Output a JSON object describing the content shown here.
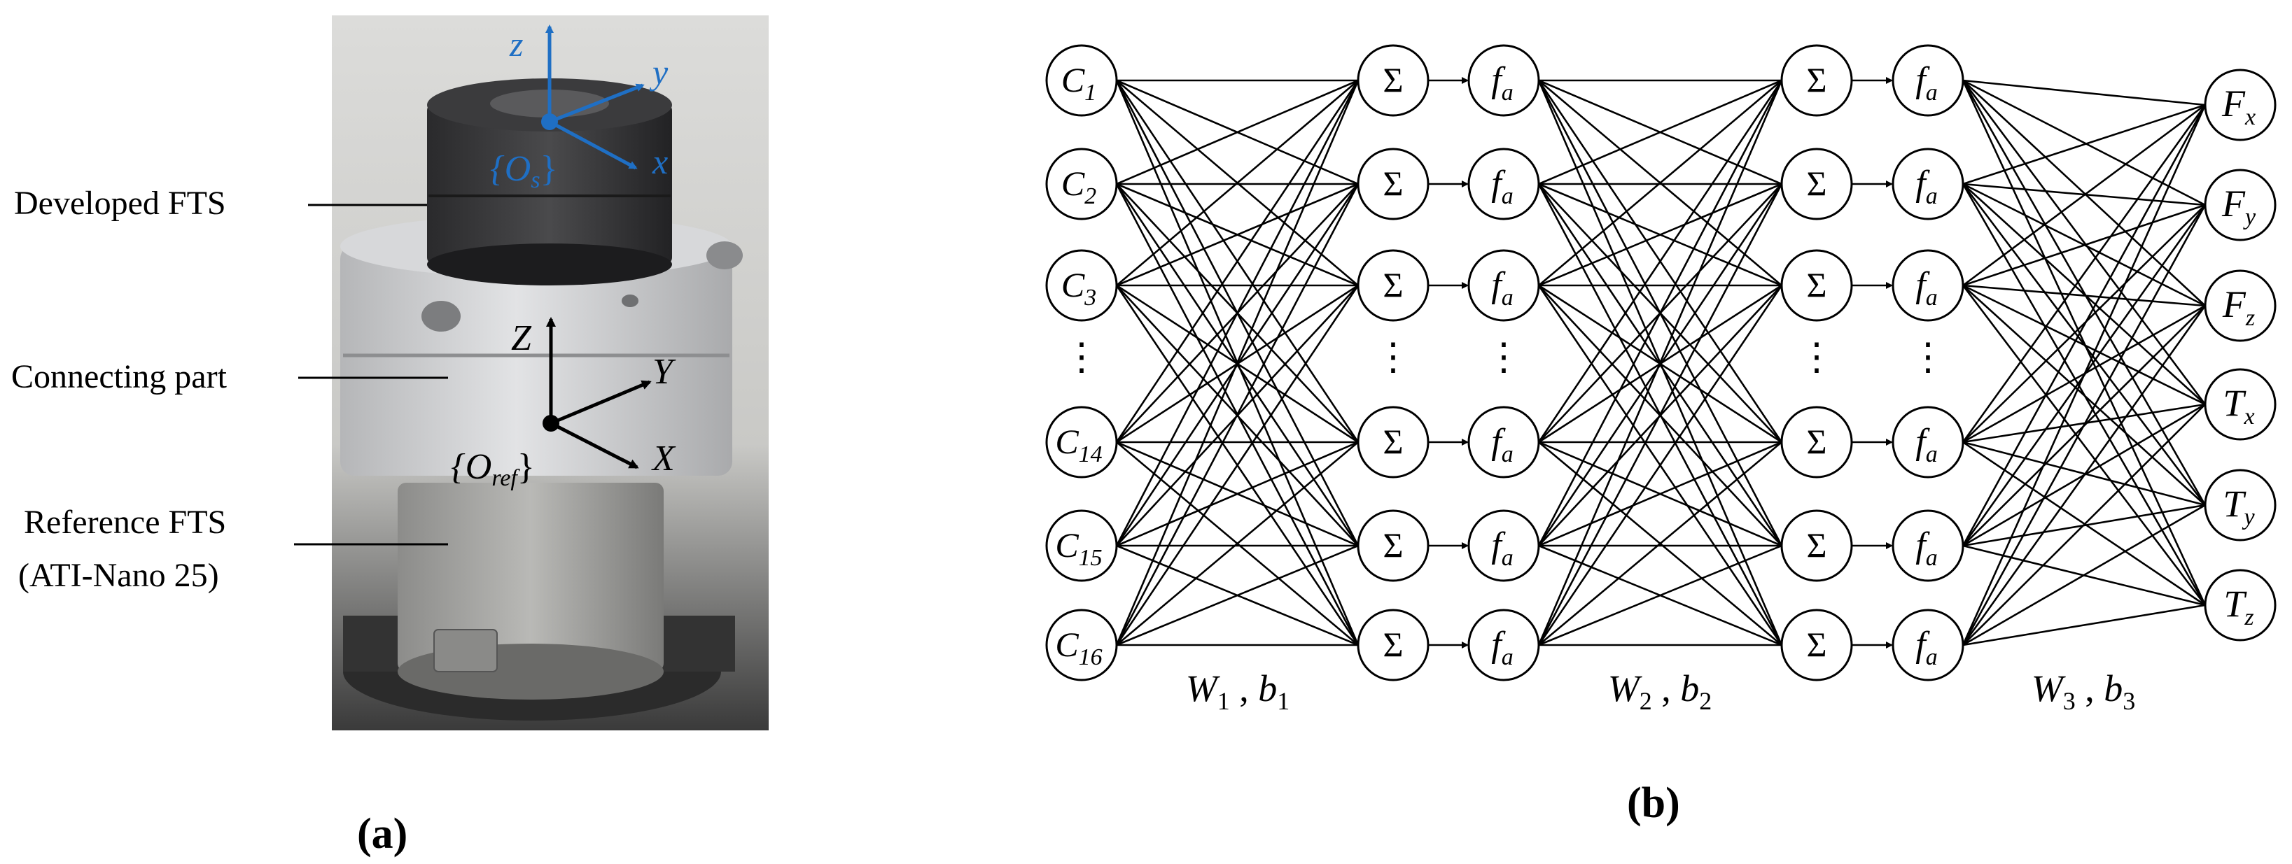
{
  "panel_a": {
    "caption": "(a)",
    "labels": {
      "developed": "Developed FTS",
      "connecting": "Connecting part",
      "reference_line1": "Reference FTS",
      "reference_line2": "(ATI-Nano 25)"
    },
    "sensor_frame": {
      "z": "z",
      "y": "y",
      "x": "x",
      "origin": "{O",
      "origin_sub": "s",
      "origin_close": "}"
    },
    "reference_frame": {
      "z": "Z",
      "y": "Y",
      "x": "X",
      "origin": "{O",
      "origin_sub": "ref",
      "origin_close": "}"
    },
    "colors": {
      "sensor_frame": "#1f6fc4",
      "reference_frame": "#000000"
    }
  },
  "panel_b": {
    "caption": "(b)",
    "inputs": [
      {
        "base": "C",
        "sub": "1"
      },
      {
        "base": "C",
        "sub": "2"
      },
      {
        "base": "C",
        "sub": "3"
      },
      {
        "base": "⋮",
        "sub": ""
      },
      {
        "base": "C",
        "sub": "14"
      },
      {
        "base": "C",
        "sub": "15"
      },
      {
        "base": "C",
        "sub": "16"
      }
    ],
    "sum_symbol": "Σ",
    "activation": {
      "base": "f",
      "sub": "a"
    },
    "ellipsis": "⋮",
    "outputs": [
      {
        "base": "F",
        "sub": "x"
      },
      {
        "base": "F",
        "sub": "y"
      },
      {
        "base": "F",
        "sub": "z"
      },
      {
        "base": "T",
        "sub": "x"
      },
      {
        "base": "T",
        "sub": "y"
      },
      {
        "base": "T",
        "sub": "z"
      }
    ],
    "weights": [
      {
        "w": "W",
        "wsub": "1",
        "sep": " , ",
        "b": "b",
        "bsub": "1"
      },
      {
        "w": "W",
        "wsub": "2",
        "sep": " , ",
        "b": "b",
        "bsub": "2"
      },
      {
        "w": "W",
        "wsub": "3",
        "sep": " , ",
        "b": "b",
        "bsub": "3"
      }
    ]
  }
}
